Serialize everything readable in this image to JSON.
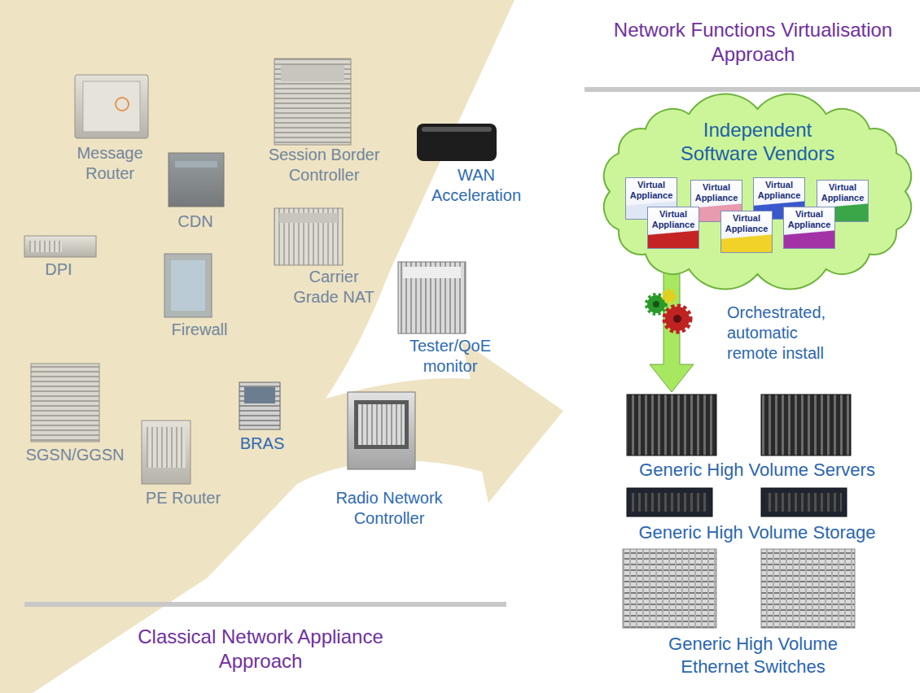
{
  "diagram": {
    "nodes": [
      {
        "text": [
          "Independent Software Vendors"
        ]
      },
      {
        "text": [
          "Virtual Appliance"
        ],
        "in": 0
      },
      {
        "text": [
          "Virtual Appliance"
        ],
        "in": 0
      },
      {
        "text": [
          "Virtual Appliance"
        ],
        "in": 0
      },
      {
        "text": [
          "Virtual Appliance"
        ],
        "in": 0
      },
      {
        "text": [
          "Virtual Appliance"
        ],
        "in": 0
      },
      {
        "text": [
          "Virtual Appliance"
        ],
        "in": 0
      },
      {
        "text": [
          "Virtual Appliance"
        ],
        "in": 0
      }
    ],
    "labels": [
      "Network Functions Virtualisation Approach",
      "Message Router",
      "Session Border Controller",
      "WAN Acceleration",
      "CDN",
      "DPI",
      "Carrier Grade NAT",
      "Firewall",
      "Tester/QoE monitor",
      "Orchestrated, automatic remote install",
      "SGSN/GGSN",
      "BRAS",
      "PE Router",
      "Radio Network Controller",
      "Generic High Volume Servers",
      "Generic High Volume Storage",
      "Generic High Volume Ethernet Switches",
      "Classical Network Appliance Approach"
    ]
  }
}
